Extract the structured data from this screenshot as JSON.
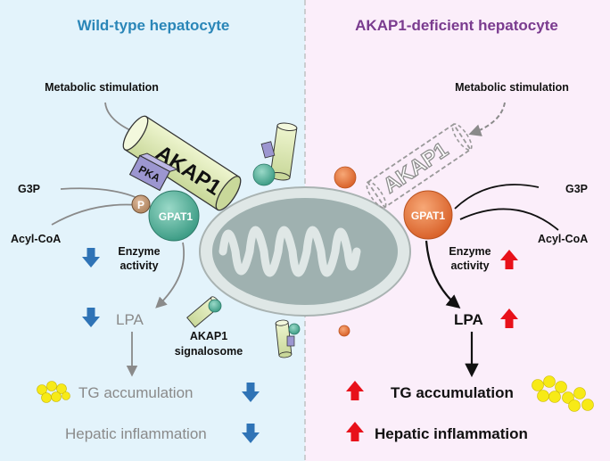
{
  "left_panel": {
    "title": "Wild-type hepatocyte",
    "metabolic": "Metabolic stimulation",
    "akap1": "AKAP1",
    "pka": "PKA",
    "p": "P",
    "g3p": "G3P",
    "acyl_coa": "Acyl-CoA",
    "gpat1": "GPAT1",
    "enzyme": "Enzyme",
    "activity": "activity",
    "lpa": "LPA",
    "tg": "TG accumulation",
    "inflammation": "Hepatic inflammation"
  },
  "center": {
    "signalosome_line1": "AKAP1",
    "signalosome_line2": "signalosome"
  },
  "right_panel": {
    "title": "AKAP1-deficient hepatocyte",
    "metabolic": "Metabolic stimulation",
    "akap1": "AKAP1",
    "g3p": "G3P",
    "acyl_coa": "Acyl-CoA",
    "gpat1": "GPAT1",
    "enzyme": "Enzyme",
    "activity": "activity",
    "lpa": "LPA",
    "tg": "TG accumulation",
    "inflammation": "Hepatic inflammation"
  },
  "colors": {
    "left_bg": "#e3f3fb",
    "right_bg": "#fbeefa",
    "left_title": "#2a86b8",
    "right_title": "#7a3b8f",
    "down_arrow": "#2f73b6",
    "up_arrow": "#e8111a",
    "gpat1_green": "#5bb8a0",
    "gpat1_orange": "#ec7a3c",
    "mito": "#dfe7e6",
    "tg_dot": "#f7ea17"
  },
  "icons": {
    "down": "down-arrow-icon",
    "up": "up-arrow-icon"
  }
}
